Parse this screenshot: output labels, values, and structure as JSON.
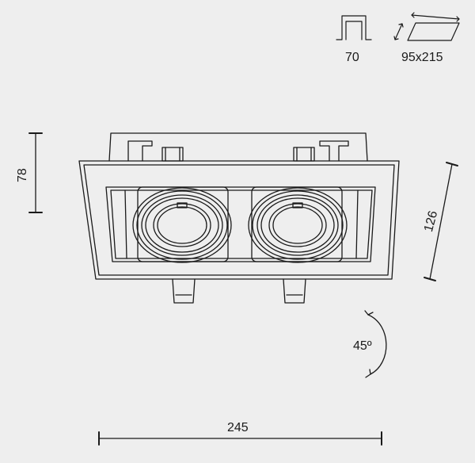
{
  "labels": {
    "cutout_depth": "70",
    "cutout_size": "95x215",
    "height": "78",
    "width_side": "126",
    "tilt": "45º",
    "length": "245"
  },
  "icons": {
    "depth_icon": "recess-depth-icon",
    "cutout_icon": "cutout-rectangle-icon",
    "rotate_icon": "rotation-arc-icon"
  },
  "colors": {
    "background": "#eeeeee",
    "line": "#1a1a1a"
  }
}
